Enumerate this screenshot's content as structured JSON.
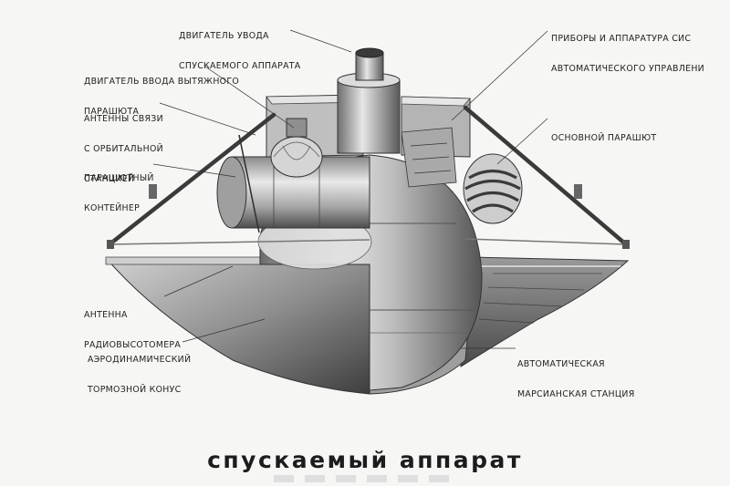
{
  "title": "спускаемый аппарат",
  "labels": {
    "descent_engine": [
      "ДВИГАТЕЛЬ УВОДА",
      "СПУСКАЕМОГО АППАРАТА"
    ],
    "pilot_engine": [
      "ДВИГАТЕЛЬ ВВОДА ВЫТЯЖНОГО",
      "ПАРАШЮТА"
    ],
    "antennas": [
      "АНТЕННЫ СВЯЗИ",
      "С ОРБИТАЛЬНОЙ",
      "СТАНЦИЕЙ"
    ],
    "container": [
      "ПАРАШЮТНЫЙ",
      "КОНТЕЙНЕР"
    ],
    "radio_antenna": [
      "АНТЕННА",
      "РАДИОВЫСОТОМЕРА"
    ],
    "aero_cone": [
      "АЭРОДИНАМИЧЕСКИЙ",
      "ТОРМОЗНОЙ КОНУС"
    ],
    "instruments": [
      "ПРИБОРЫ И АППАРАТУРА СИС",
      "АВТОМАТИЧЕСКОГО УПРАВЛЕНИ"
    ],
    "main_parachute": [
      "ОСНОВНОЙ ПАРАШЮТ"
    ],
    "mars_station": [
      "АВТОМАТИЧЕСКАЯ",
      "МАРСИАНСКАЯ СТАНЦИЯ"
    ]
  },
  "colors": {
    "background": "#f6f6f4",
    "ink": "#222222",
    "metal_dark": "#3a3a3a",
    "metal_light": "#dcdcdc"
  }
}
